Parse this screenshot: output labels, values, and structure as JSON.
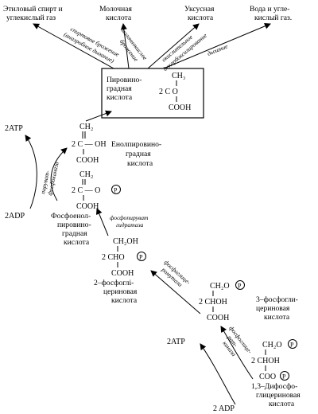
{
  "products": {
    "ethanol": [
      "Этиловый спирт и",
      "углекислый газ"
    ],
    "lactic": [
      "Молочная",
      "кислота"
    ],
    "acetic": [
      "Уксусная",
      "кислота"
    ],
    "water_co2": [
      "Вода и угле-",
      "кислый газ."
    ]
  },
  "pathways": {
    "alcoholic": [
      "спиртовое брожение",
      "(анаэробное дыхание)"
    ],
    "lactic": [
      "молочнокислое",
      "брожение"
    ],
    "oxidative": [
      "окислительное",
      "декарбоксилирование"
    ],
    "respiration": "дыхание"
  },
  "pyruvate": {
    "name": [
      "Пирови́но-",
      "градная",
      "кислота"
    ],
    "name_plain": [
      "Пировино-",
      "градная",
      "кислота"
    ],
    "formula": [
      "CH₃",
      "2 C O",
      "COOH"
    ]
  },
  "enolpyruvate": {
    "formula": [
      "CH₂",
      "2 C — OH",
      "COOH"
    ],
    "name": [
      "Енолпировино-",
      "градная",
      "кислота"
    ]
  },
  "pep": {
    "formula": [
      "CH₂",
      "2 C — O",
      "COOH"
    ],
    "phosphate": "P",
    "name": [
      "Фосфоенол-",
      "пировино-",
      "градная",
      "кислота"
    ]
  },
  "pyruvate_kinase": {
    "atp": "2ATP",
    "adp": "2ADP",
    "enzyme": [
      "пируват-",
      "фосфокиназа"
    ]
  },
  "pyruvate_hydratase": {
    "enzyme": [
      "фосфопируват",
      "гидратаза"
    ]
  },
  "pg2": {
    "formula": [
      "CH₂OH",
      "2 CHO",
      "COOH"
    ],
    "phosphate": "P",
    "name": [
      "2–фосфоглі-",
      "цериновая",
      "кислота"
    ]
  },
  "mutase": {
    "enzyme": [
      "фосфоглице-",
      "ромутаза"
    ]
  },
  "pg3": {
    "formula": [
      "CH₂O",
      "2 CHOH",
      "COOH"
    ],
    "phosphate": "P",
    "name": [
      "3–фосфогли-",
      "цериновая",
      "кислота"
    ]
  },
  "dpg": {
    "formula": [
      "CH₂O",
      "2 CHOH",
      "COO"
    ],
    "phosphate": "P",
    "name": [
      "1,3–Дифосфо-",
      "глицериновая",
      "кислота"
    ]
  },
  "pg_kinase": {
    "atp": "2ATP",
    "adp": "2 ADP",
    "enzyme": [
      "фосфоглице-",
      "рат-",
      "киназа"
    ]
  }
}
